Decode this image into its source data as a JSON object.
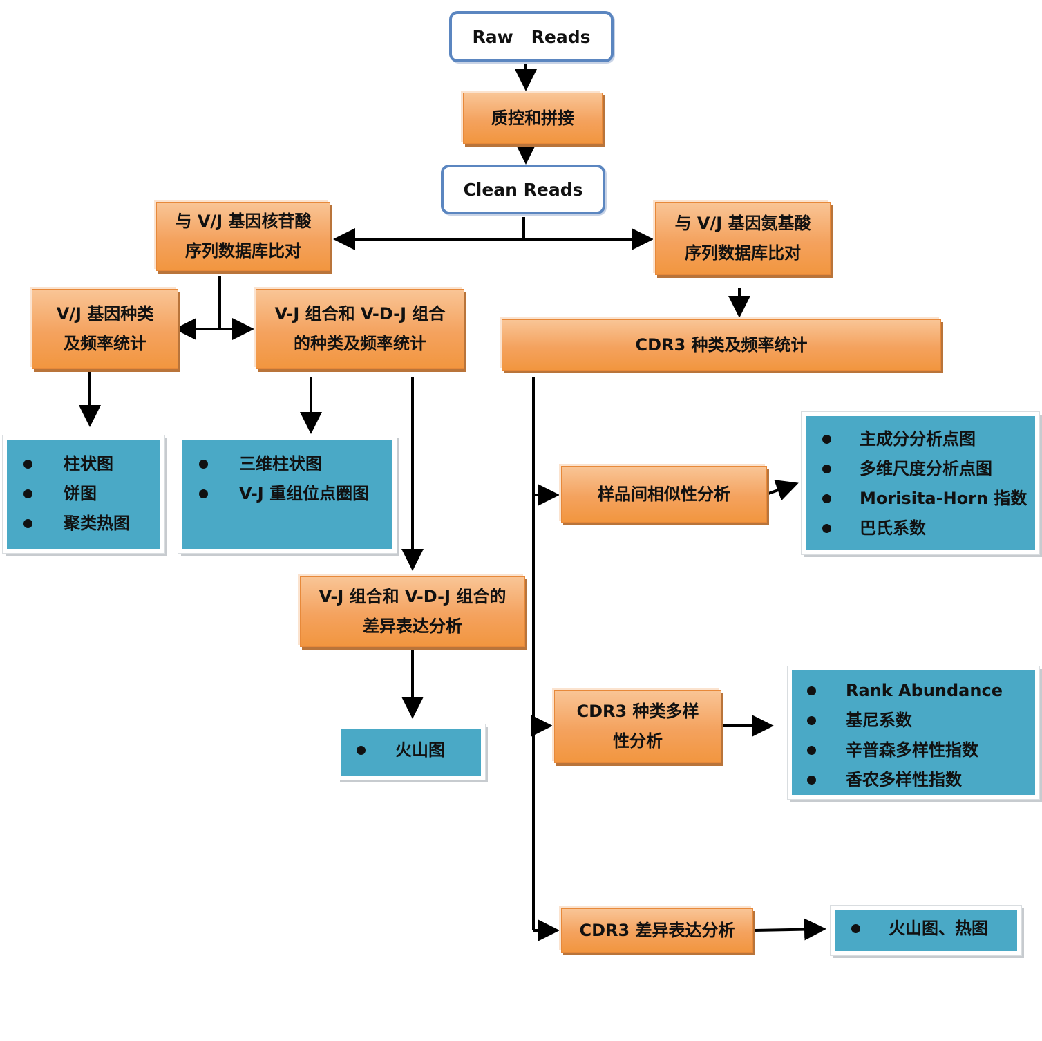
{
  "flow": {
    "raw_reads": {
      "left": "Raw",
      "right": "Reads"
    },
    "qc": "质控和拼接",
    "clean_reads": "Clean Reads",
    "nt_align": [
      "与 V/J 基因核苷酸",
      "序列数据库比对"
    ],
    "aa_align": [
      "与 V/J 基因氨基酸",
      "序列数据库比对"
    ],
    "vj_stats": [
      "V/J 基因种类",
      "及频率统计"
    ],
    "vdj_stats": [
      "V-J 组合和 V-D-J 组合",
      "的种类及频率统计"
    ],
    "cdr3_stats": "CDR3 种类及频率统计",
    "vdj_diff": [
      "V-J 组合和 V-D-J 组合的",
      "差异表达分析"
    ],
    "similarity": "样品间相似性分析",
    "diversity": [
      "CDR3 种类多样",
      "性分析"
    ],
    "cdr3_diff": "CDR3 差异表达分析"
  },
  "outputs": {
    "vj_charts": [
      "柱状图",
      "饼图",
      "聚类热图"
    ],
    "vdj_charts": [
      "三维柱状图",
      "V-J 重组位点圈图"
    ],
    "volcano": [
      "火山图"
    ],
    "similarity_outputs": [
      "主成分分析点图",
      "多维尺度分析点图",
      "Morisita-Horn 指数",
      "巴氏系数"
    ],
    "diversity_outputs": [
      "Rank Abundance",
      "基尼系数",
      "辛普森多样性指数",
      "香农多样性指数"
    ],
    "cdr3_diff_outputs": [
      "火山图、热图"
    ]
  }
}
